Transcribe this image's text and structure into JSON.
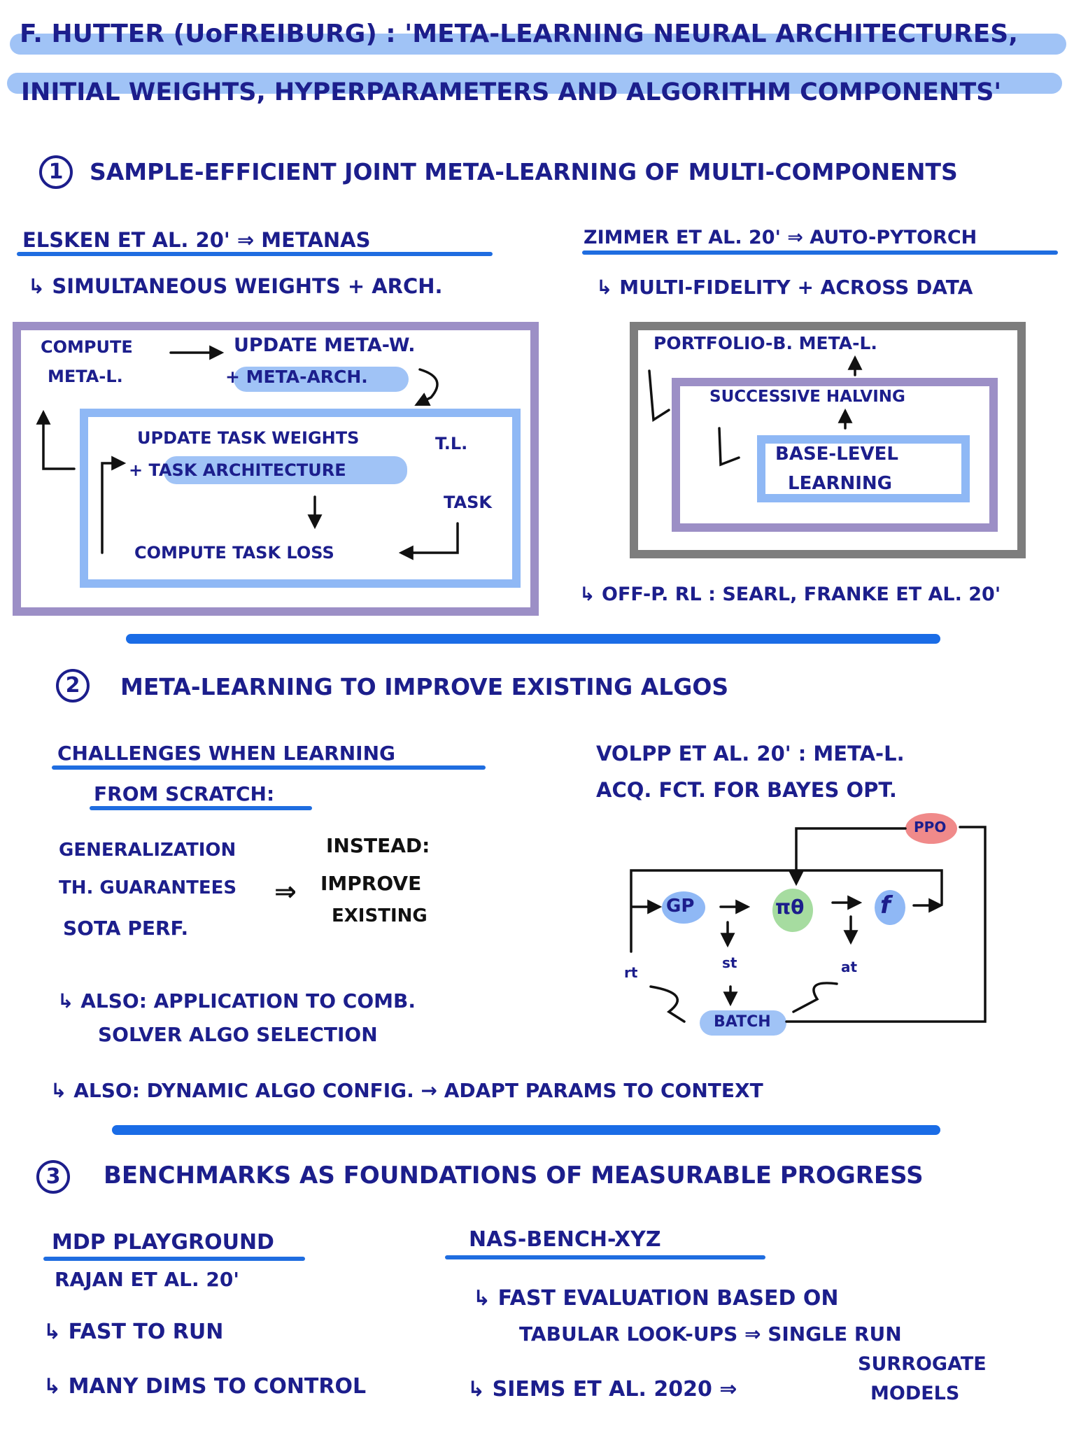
{
  "title": {
    "line1": "F. HUTTER (UoFREIBURG) : 'META-LEARNING NEURAL ARCHITECTURES,",
    "line2": "INITIAL WEIGHTS, HYPERPARAMETERS AND ALGORITHM COMPONENTS'"
  },
  "s1": {
    "num": "1",
    "heading": "SAMPLE-EFFICIENT JOINT META-LEARNING OF MULTI-COMPONENTS",
    "left": {
      "ref": "ELSKEN ET AL. 20' ⇒ METANAS",
      "note": "↳ SIMULTANEOUS WEIGHTS + ARCH.",
      "outer_a": "COMPUTE",
      "outer_b": "META-L.",
      "outer_c": "UPDATE META-W.",
      "outer_d": "+ META-ARCH.",
      "inner_a": "UPDATE TASK WEIGHTS",
      "inner_b": "+ TASK ARCHITECTURE",
      "inner_c": "COMPUTE TASK LOSS",
      "tl": "T.L.",
      "task": "TASK"
    },
    "right": {
      "ref": "ZIMMER ET AL. 20' ⇒ AUTO-PYTORCH",
      "note": "↳ MULTI-FIDELITY + ACROSS DATA",
      "outer": "PORTFOLIO-B. META-L.",
      "middle": "SUCCESSIVE HALVING",
      "inner_a": "BASE-LEVEL",
      "inner_b": "LEARNING",
      "rl": "↳ OFF-P. RL : SEARL, FRANKE ET AL. 20'"
    }
  },
  "s2": {
    "num": "2",
    "heading": "META-LEARNING TO IMPROVE EXISTING ALGOS",
    "challenges_a": "CHALLENGES WHEN LEARNING",
    "challenges_b": "FROM SCRATCH:",
    "list": [
      "GENERALIZATION",
      "TH. GUARANTEES",
      "SOTA PERF."
    ],
    "instead_a": "INSTEAD:",
    "instead_b": "IMPROVE",
    "instead_c": "EXISTING",
    "also1_a": "↳ ALSO: APPLICATION TO COMB.",
    "also1_b": "SOLVER ALGO SELECTION",
    "volpp_a": "VOLPP ET AL. 20' : META-L.",
    "volpp_b": "ACQ. FCT. FOR BAYES OPT.",
    "diagram": {
      "ppo": "PPO",
      "gp": "GP",
      "pi": "πθ",
      "f": "f",
      "rt": "rt",
      "st": "st",
      "at": "at",
      "batch": "BATCH"
    },
    "also2": "↳ ALSO: DYNAMIC ALGO CONFIG. → ADAPT PARAMS TO CONTEXT"
  },
  "s3": {
    "num": "3",
    "heading": "BENCHMARKS AS FOUNDATIONS OF MEASURABLE PROGRESS",
    "mdp_title": "MDP PLAYGROUND",
    "mdp_ref": "RAJAN ET AL. 20'",
    "mdp_p1": "↳ FAST TO RUN",
    "mdp_p2": "↳ MANY DIMS TO CONTROL",
    "nas_title": "NAS-BENCH-XYZ",
    "nas_p1a": "↳ FAST EVALUATION BASED ON",
    "nas_p1b": "TABULAR LOOK-UPS ⇒ SINGLE RUN",
    "nas_p2": "↳ SIEMS ET AL. 2020 ⇒",
    "nas_p2b": "SURROGATE",
    "nas_p2c": "MODELS"
  },
  "colors": {
    "ink": "#1c1e8c",
    "blue_highlight": "#8fb8f5",
    "separator": "#1a6ce6",
    "purple_box": "#9c8fc6",
    "gray_box": "#7d7d7d",
    "ppo": "#f08a8a",
    "green": "#a6dca0"
  }
}
